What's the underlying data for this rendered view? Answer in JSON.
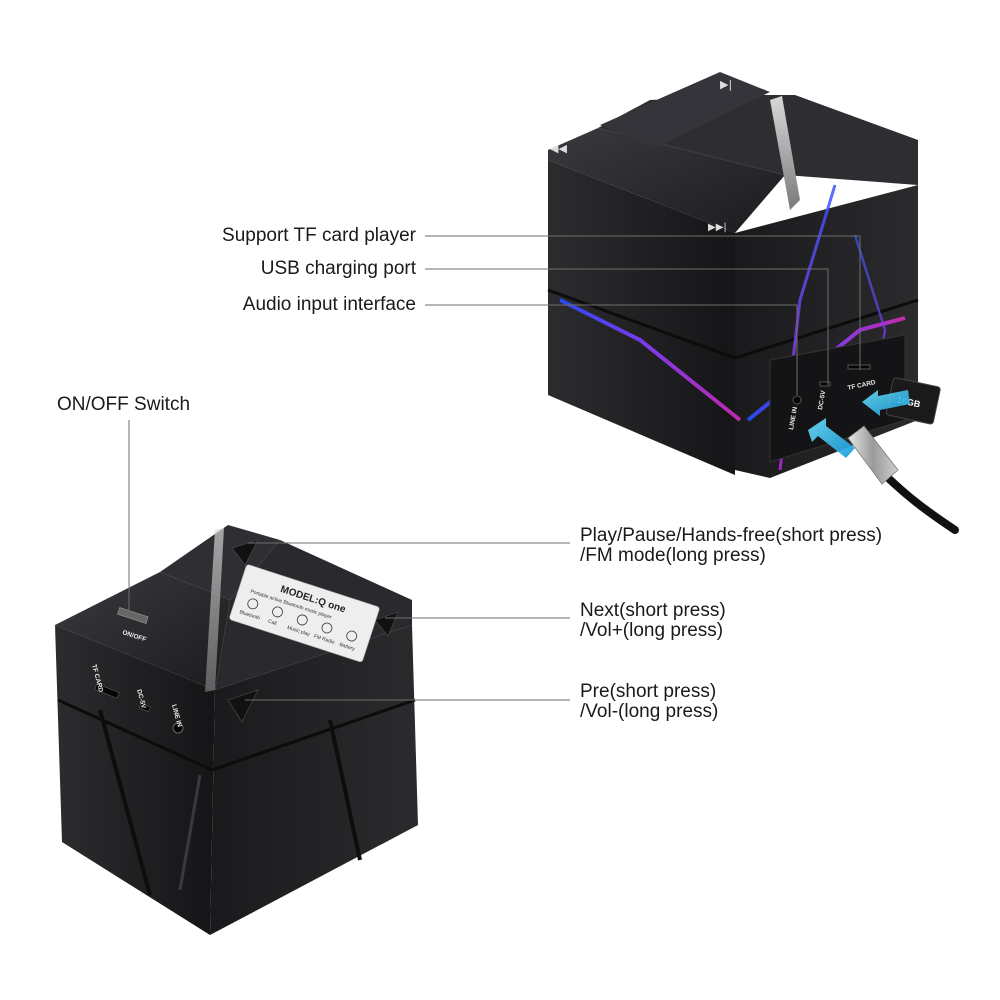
{
  "callouts": {
    "tf_card": "Support TF card player",
    "usb_port": "USB charging port",
    "audio_input": "Audio input interface",
    "on_off": "ON/OFF Switch",
    "play_pause_line1": "Play/Pause/Hands-free(short press)",
    "play_pause_line2": "/FM mode(long press)",
    "next_line1": "Next(short press)",
    "next_line2": "/Vol+(long press)",
    "pre_line1": "Pre(short press)",
    "pre_line2": "/Vol-(long press)"
  },
  "top_speaker_ports": {
    "line_in": "LINE IN",
    "dc5v": "DC-5V",
    "tf_card": "TF CARD"
  },
  "tf_card_capacity": "16GB",
  "bottom_speaker": {
    "switch_label": "ON/OFF",
    "tf_card": "TF CARD",
    "dc5v": "DC-5V",
    "line_in": "LINE IN",
    "sticker": {
      "model": "MODEL:Q one",
      "subtitle": "Portable active Bluetooth music player",
      "icon_labels": [
        "Bluetooth",
        "Call",
        "Music play",
        "FM Radio",
        "Battery"
      ]
    }
  },
  "colors": {
    "body_dark": "#1e1e20",
    "body_top": "#2a2a2d",
    "led_blue": "#2a4dff",
    "led_purple": "#b12bd6",
    "cyan_arrow": "#27c3f0"
  }
}
